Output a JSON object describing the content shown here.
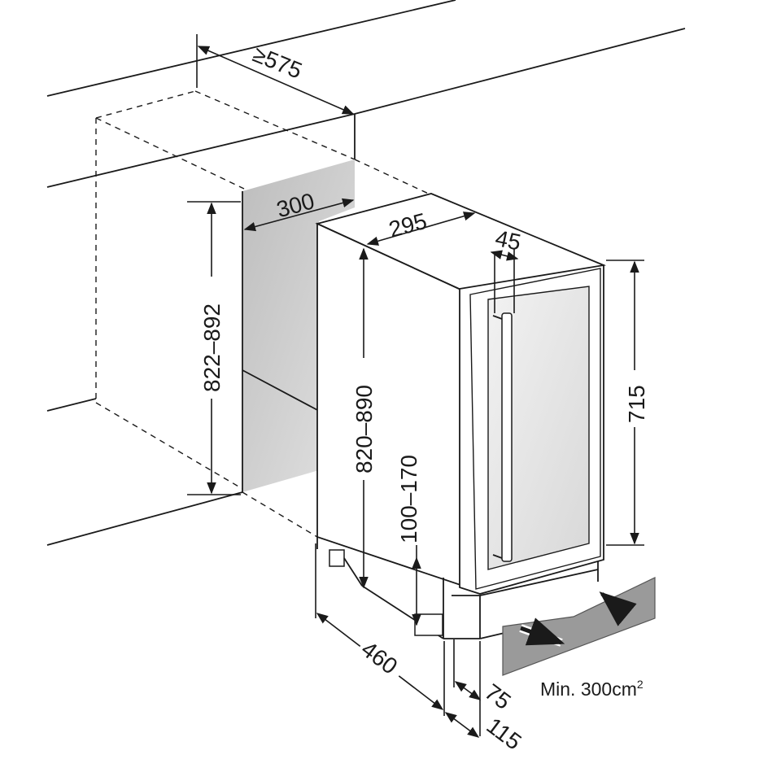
{
  "dimensions": {
    "niche_depth": "≥575",
    "niche_width": "300",
    "appliance_width": "295",
    "door_handle": "45",
    "niche_height": "822–892",
    "appliance_height": "820–890",
    "door_height": "715",
    "plinth_height": "100–170",
    "appliance_depth": "460",
    "plinth_depth": "75",
    "door_depth": "115"
  },
  "note": {
    "ventilation_label": "Min. 300cm",
    "ventilation_sup": "2"
  },
  "colors": {
    "line": "#1a1a1a",
    "niche_shade": "#c9c9c9",
    "door_glass": "#e6e6e6",
    "grille": "#9a9a9a"
  }
}
